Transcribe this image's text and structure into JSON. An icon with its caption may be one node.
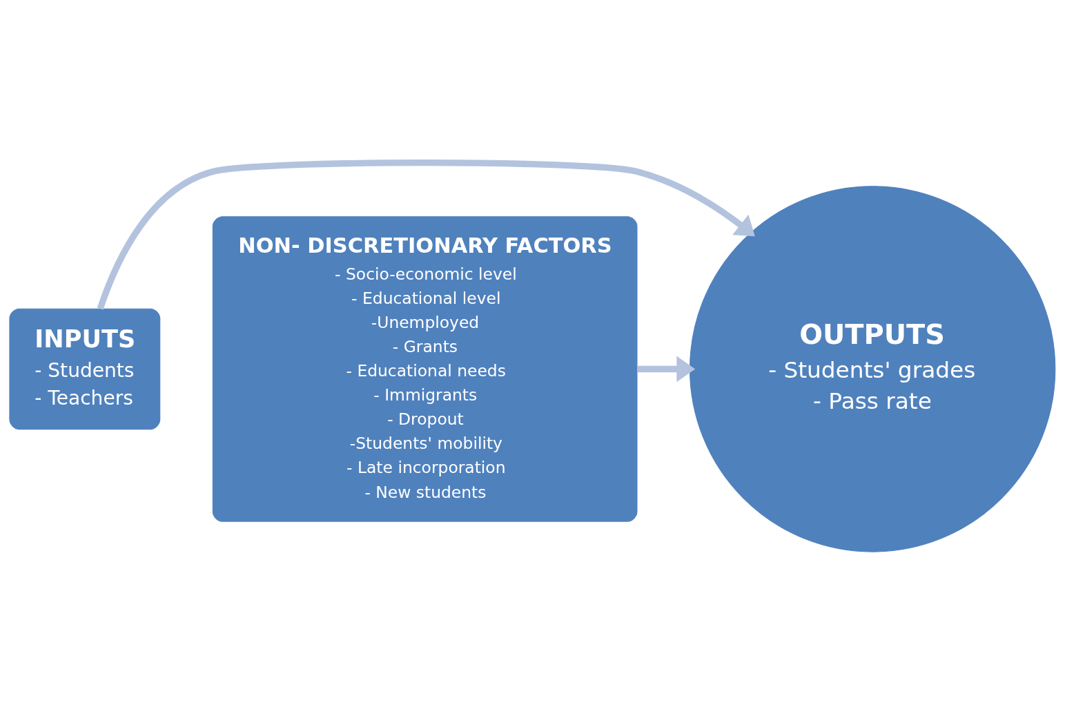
{
  "diagram": {
    "nodes": [
      {
        "text": [
          "INPUTS",
          "- Students",
          "- Teachers"
        ]
      },
      {
        "text": [
          "OUTPUTS",
          "- Students' grades",
          "- Pass rate"
        ]
      },
      {
        "text": [
          "NON- DISCRETIONARY FACTORS",
          "- Socio-economic level",
          "- Educational level",
          "-Unemployed",
          "- Grants",
          "- Educational needs",
          "- Immigrants",
          "- Dropout",
          "-Students' mobility",
          "- Late incorporation",
          "- New students"
        ]
      }
    ],
    "edges": [
      {
        "from": 0,
        "to": 1,
        "arrow": "to"
      },
      {
        "from": 2,
        "to": 1,
        "arrow": "to"
      }
    ]
  }
}
